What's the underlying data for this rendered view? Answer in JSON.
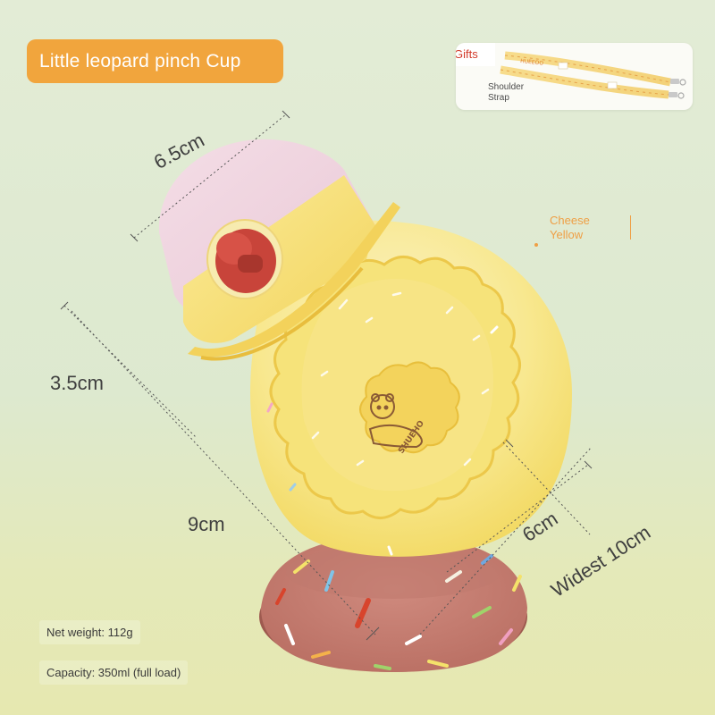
{
  "title": "Little leopard pinch Cup",
  "gifts": {
    "label": "Gifts",
    "item": "Shoulder\nStrap",
    "item_line1": "Shoulder",
    "item_line2": "Strap",
    "strap_print": "HUEEOO"
  },
  "dimensions": {
    "lid_width": "6.5cm",
    "lid_height": "3.5cm",
    "body_height": "9cm",
    "depth": "6cm",
    "widest": "Widest 10cm"
  },
  "color_option": {
    "line1": "Cheese",
    "line2": "Yellow",
    "accent": "#ef9f45"
  },
  "specs": {
    "net_weight": "Net weight: 112g",
    "capacity": "Capacity: 350ml (full load)"
  },
  "brand_mark": "SHUEHO",
  "colors": {
    "title_bg": "#f1a53d",
    "cup_yellow": "#f6e37a",
    "donut_pink": "#c98074",
    "lid_pink": "#f1d8e2",
    "button_red": "#c8443a"
  }
}
